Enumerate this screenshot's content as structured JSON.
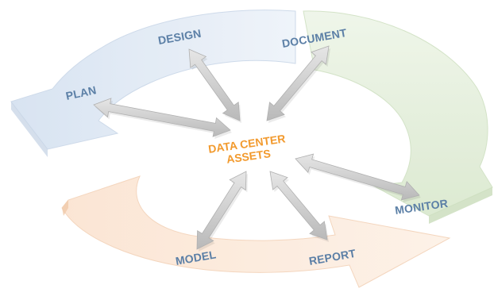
{
  "center": {
    "line1": "DATA CENTER",
    "line2": "ASSETS"
  },
  "stages": [
    {
      "id": "plan",
      "label": "PLAN"
    },
    {
      "id": "design",
      "label": "DESIGN"
    },
    {
      "id": "document",
      "label": "DOCUMENT"
    },
    {
      "id": "monitor",
      "label": "MONITOR"
    },
    {
      "id": "report",
      "label": "REPORT"
    },
    {
      "id": "model",
      "label": "MODEL"
    }
  ],
  "colors": {
    "label": "#5b7fa6",
    "center_text": "#f29a2e",
    "arc_blue": "#dbe6f3",
    "arc_green": "#e3efd9",
    "arc_orange": "#fbe1cc",
    "arrow": "#c8c8c8"
  }
}
